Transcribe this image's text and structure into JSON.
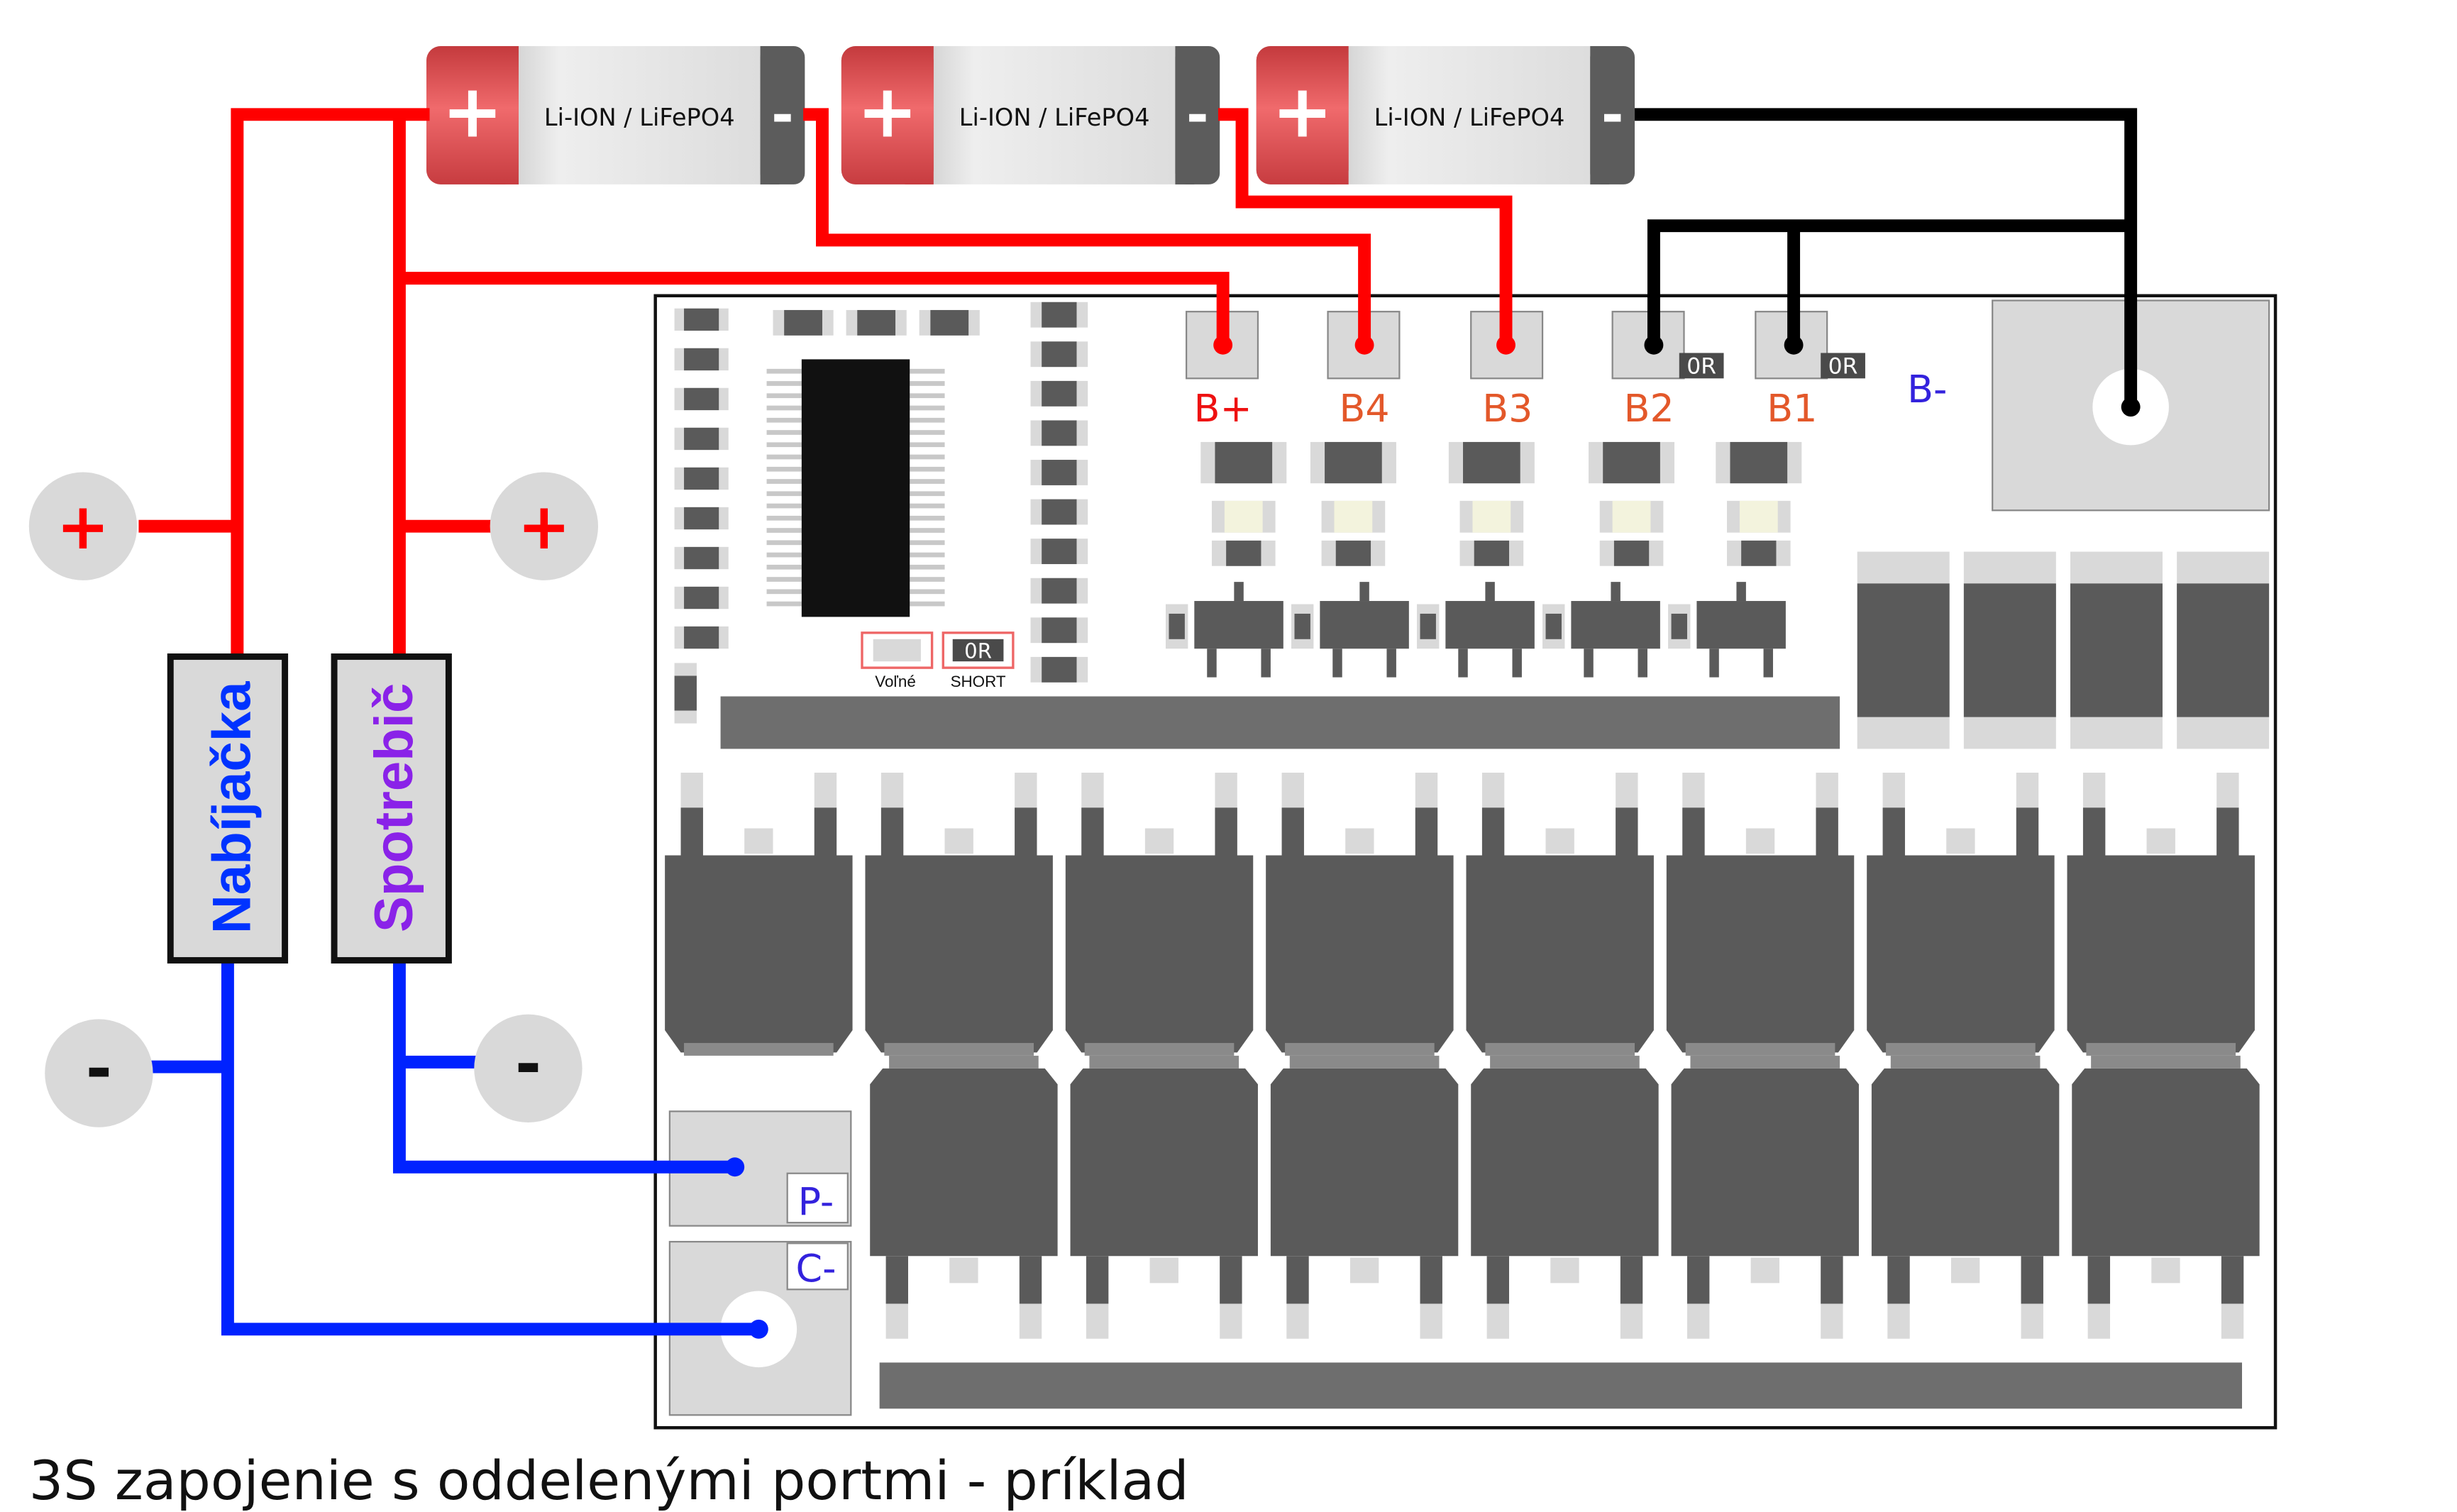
{
  "batteries": [
    {
      "plus": "+",
      "label": "Li-ION / LiFePO4",
      "minus": "-"
    },
    {
      "plus": "+",
      "label": "Li-ION / LiFePO4",
      "minus": "-"
    },
    {
      "plus": "+",
      "label": "Li-ION / LiFePO4",
      "minus": "-"
    }
  ],
  "pads": {
    "bplus": "B+",
    "b4": "B4",
    "b3": "B3",
    "b2": "B2",
    "b1": "B1",
    "bminus": "B-",
    "pminus": "P-",
    "cminus": "C-"
  },
  "jumpers": {
    "b2_or": "0R",
    "b1_or": "0R",
    "short_or": "0R",
    "volne": "Voľné",
    "short": "SHORT"
  },
  "terminals": {
    "charger_plus": "+",
    "load_plus": "+",
    "charger_minus": "-",
    "load_minus": "-"
  },
  "devices": {
    "charger": "Nabíjačka",
    "load": "Spotrebič"
  },
  "caption": "3S zapojenie s oddelenými portmi - príklad",
  "colors": {
    "red_wire": "#ff0000",
    "black_wire": "#000000",
    "blue_wire": "#0022ff",
    "bplus_text": "#ee1111",
    "b_text": "#e3582a",
    "bminus_text": "#3322dd",
    "charger_text": "#0033ff",
    "load_text": "#8a22e8",
    "component": "#5a5a5a",
    "pad": "#d9d9d9"
  }
}
